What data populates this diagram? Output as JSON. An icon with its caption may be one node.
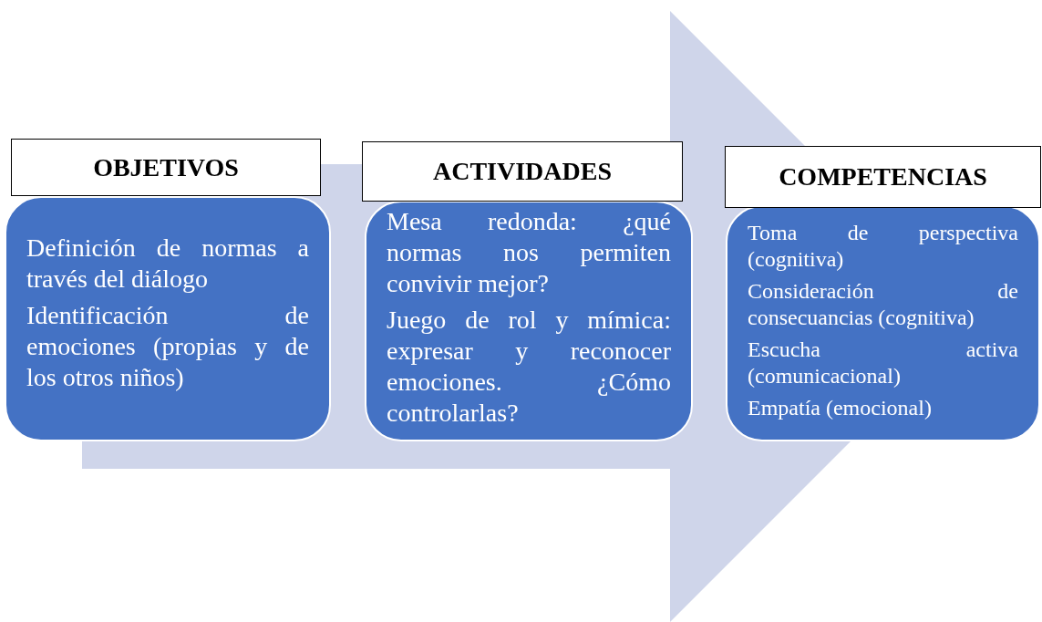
{
  "diagram": {
    "nodes": [
      {
        "text": [
          "OBJETIVOS"
        ]
      },
      {
        "text": [
          "Definición de normas a través del diálogo",
          "Identificación de emociones (propias y de los otros niños)"
        ]
      },
      {
        "text": [
          "ACTIVIDADES"
        ]
      },
      {
        "text": [
          "Mesa redonda: ¿qué normas nos permiten convivir mejor?",
          "Juego de rol y mímica: expresar y reconocer emociones. ¿Cómo controlarlas?"
        ]
      },
      {
        "text": [
          "COMPETENCIAS"
        ]
      },
      {
        "text": [
          "Toma de perspectiva (cognitiva)",
          "Consideración de consecuancias (cognitiva)",
          "Escucha activa (comunicacional)",
          "Empatía (emocional)"
        ]
      }
    ],
    "edges": [
      {
        "from": 1,
        "to": 5,
        "arrow": "to",
        "style": "thick"
      }
    ]
  }
}
